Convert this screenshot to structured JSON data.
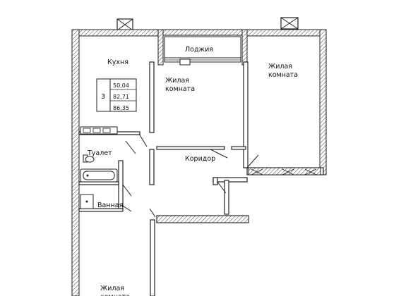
{
  "plan": {
    "rooms": {
      "kitchen": "Кухня",
      "loggia": "Лоджия",
      "living_middle": "Жилая комната",
      "living_right": "Жилая комната",
      "corridor": "Коридор",
      "toilet": "Туалет",
      "bathroom": "Ванная",
      "living_bottom": "Жилая комната"
    },
    "summary": {
      "room_count": "3",
      "living_area": "50,04",
      "total_area": "82,71",
      "total_area_with_loggia": "86,35"
    }
  }
}
